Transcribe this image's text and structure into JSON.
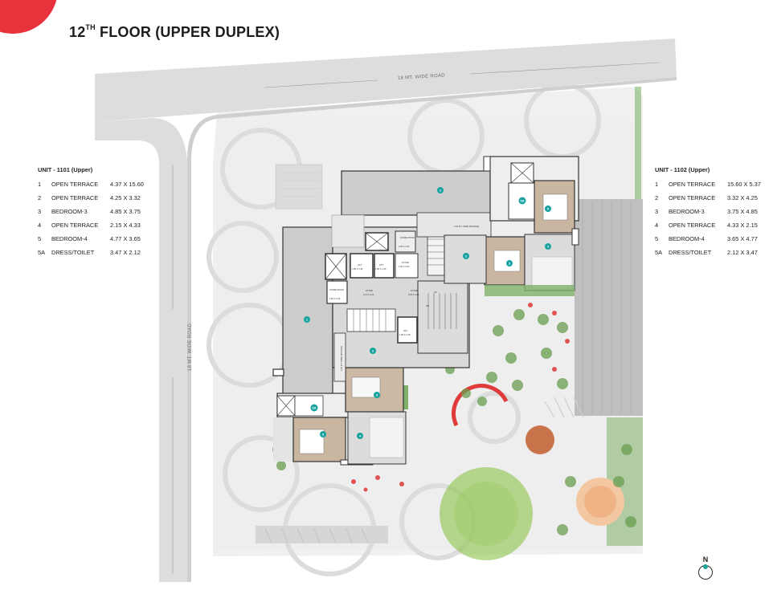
{
  "title": {
    "main": "12",
    "sup": "TH",
    "rest": " FLOOR (UPPER DUPLEX)"
  },
  "roads": {
    "top": "18 MT. WIDE ROAD",
    "left": "18 MT. WIDE ROAD"
  },
  "unit_left": {
    "header": "UNIT - 1101 (Upper)",
    "rooms": [
      {
        "num": "1",
        "name": "OPEN TERRACE",
        "dim": "4.37 X 15.60"
      },
      {
        "num": "2",
        "name": "OPEN TERRACE",
        "dim": "4.25 X 3.32"
      },
      {
        "num": "3",
        "name": "BEDROOM-3",
        "dim": "4.85 X 3.75"
      },
      {
        "num": "4",
        "name": "OPEN TERRACE",
        "dim": "2.15 X 4.33"
      },
      {
        "num": "5",
        "name": "BEDROOM-4",
        "dim": "4.77 X 3.65"
      },
      {
        "num": "5A",
        "name": "DRESS/TOILET",
        "dim": "3.47 X 2.12"
      }
    ]
  },
  "unit_right": {
    "header": "UNIT - 1102 (Upper)",
    "rooms": [
      {
        "num": "1",
        "name": "OPEN TERRACE",
        "dim": "15.60 X 5.37"
      },
      {
        "num": "2",
        "name": "OPEN TERRACE",
        "dim": "3.32 X 4.25"
      },
      {
        "num": "3",
        "name": "BEDROOM-3",
        "dim": "3.75 X 4.85"
      },
      {
        "num": "4",
        "name": "OPEN TERRACE",
        "dim": "4.33 X 2.15"
      },
      {
        "num": "5",
        "name": "BEDROOM-4",
        "dim": "3.65 X 4.77"
      },
      {
        "num": "5A",
        "name": "DRESS/TOILET",
        "dim": "2.12 X 3.47"
      }
    ]
  },
  "plan_labels": {
    "lift1": "LIFT",
    "lift1_dim": "1.80 X 2.45",
    "lift2": "LIFT",
    "lift2_dim": "1.80 X 2.20",
    "fover_right": "FOYER",
    "fover_right_dim": "2.30 X 2.00",
    "store_top": "STORE ROOM",
    "store_top_dim": "2.35 X 1.60",
    "store_left": "STORE ROOM",
    "store_left_dim": "1.60 X 2.35",
    "foyer_mid": "FOYER",
    "foyer_mid_dim": "2.14 X 2.23",
    "foyer_mid2": "FOYER",
    "foyer_mid2_dim": "3.04 X 3.23",
    "lift3": "LIFT",
    "lift3_dim": "1.80 X 2.45",
    "passage_top": "1.50 M.T. WIDE PASSAGE",
    "passage_left": "1.50 M.T. WIDE PASSAGE",
    "up": "UP",
    "dn": "DN"
  },
  "compass": {
    "label": "N"
  },
  "colors": {
    "accent": "#e8323c",
    "marker": "#18a3a0"
  }
}
